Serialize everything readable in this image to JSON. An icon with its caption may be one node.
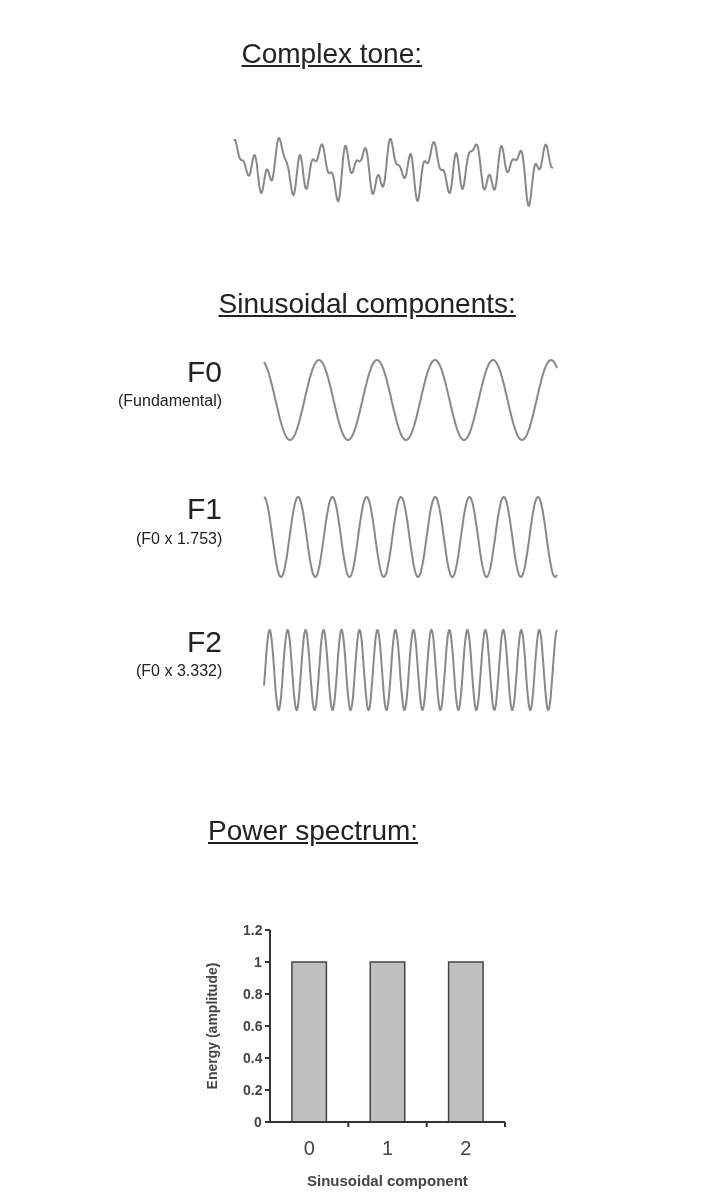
{
  "diagram": {
    "labels": [
      "Complex tone:",
      "Sinusoidal components:",
      "F0",
      "(Fundamental)",
      "F1",
      "(F0 x 1.753)",
      "F2",
      "(F0 x 3.332)",
      "Power spectrum:"
    ],
    "chart_data": {
      "type": "bar",
      "xlabel": "Sinusoidal component",
      "ylabel": "Energy (amplitude)",
      "categories": [
        "0",
        "1",
        "2"
      ],
      "series": [
        {
          "color": "#c0c0c0",
          "values": [
            1,
            1,
            1
          ]
        }
      ],
      "ylim": [
        0,
        1.2
      ],
      "yticks": [
        0,
        0.2,
        0.4,
        0.6,
        0.8,
        1,
        1.2
      ]
    }
  }
}
